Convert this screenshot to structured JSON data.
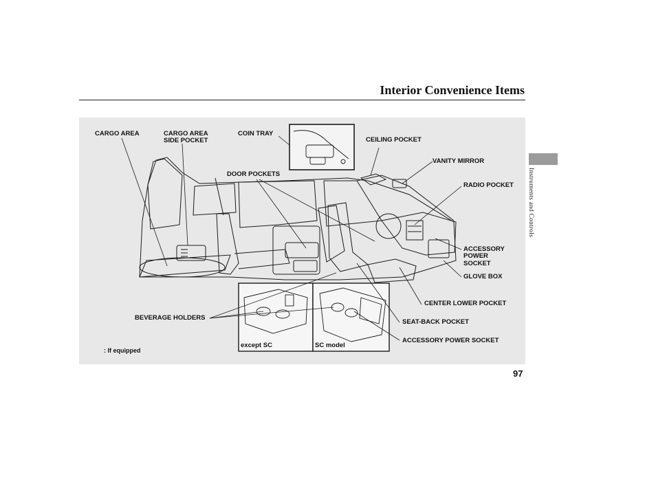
{
  "header": {
    "title": "Interior Convenience Items"
  },
  "side_tab": {
    "label": "Instruments and Controls"
  },
  "page_number": "97",
  "footnote": {
    "marker": ":",
    "text": "If equipped"
  },
  "callouts": {
    "cargo_area": "CARGO AREA",
    "cargo_area_side_pocket_1": "CARGO AREA",
    "cargo_area_side_pocket_2": "SIDE POCKET",
    "coin_tray": "COIN TRAY",
    "ceiling_pocket": "CEILING POCKET",
    "vanity_mirror": "VANITY MIRROR",
    "door_pockets": "DOOR POCKETS",
    "radio_pocket": "RADIO POCKET",
    "accessory_power_socket_1": "ACCESSORY",
    "accessory_power_socket_2": "POWER",
    "accessory_power_socket_3": "SOCKET",
    "glove_box": "GLOVE BOX",
    "center_lower_pocket": "CENTER LOWER POCKET",
    "beverage_holders": "BEVERAGE HOLDERS",
    "seat_back_pocket": "SEAT-BACK POCKET",
    "accessory_power_socket_bottom": "ACCESSORY POWER SOCKET"
  },
  "insets": {
    "except_sc": "except SC",
    "sc_model": "SC model"
  },
  "colors": {
    "panel": "#e8e8e8",
    "tab": "#9b9b9b",
    "line": "#1a1a1a"
  }
}
